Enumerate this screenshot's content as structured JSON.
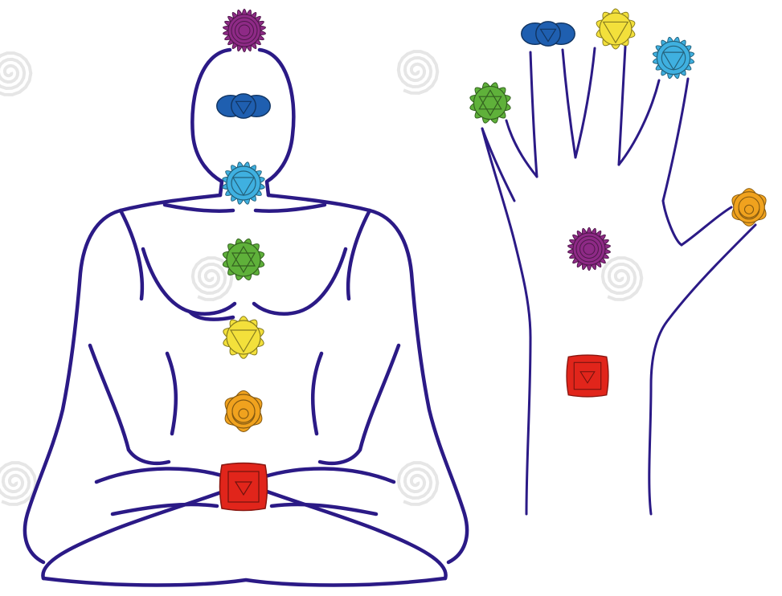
{
  "colors": {
    "outline": "#2b1a86",
    "watermark": "#e6e6e6",
    "crown": "#8e2a86",
    "third_eye": "#1f5fb0",
    "throat": "#3fb0e0",
    "heart": "#5fb13a",
    "solar_plexus": "#f3e03b",
    "sacral": "#f0a21e",
    "root": "#e1251b"
  },
  "figures": {
    "meditating_body": {
      "chakras": [
        {
          "chakra": "crown",
          "icon": "crown-chakra-icon"
        },
        {
          "chakra": "third_eye",
          "icon": "third-eye-chakra-icon"
        },
        {
          "chakra": "throat",
          "icon": "throat-chakra-icon"
        },
        {
          "chakra": "heart",
          "icon": "heart-chakra-icon"
        },
        {
          "chakra": "solar_plexus",
          "icon": "solar-plexus-chakra-icon"
        },
        {
          "chakra": "sacral",
          "icon": "sacral-chakra-icon"
        },
        {
          "chakra": "root",
          "icon": "root-chakra-icon"
        }
      ]
    },
    "hand": {
      "chakras": [
        {
          "chakra": "heart",
          "icon": "heart-chakra-icon",
          "finger": "little"
        },
        {
          "chakra": "third_eye",
          "icon": "third-eye-chakra-icon",
          "finger": "ring"
        },
        {
          "chakra": "solar_plexus",
          "icon": "solar-plexus-chakra-icon",
          "finger": "middle"
        },
        {
          "chakra": "throat",
          "icon": "throat-chakra-icon",
          "finger": "index"
        },
        {
          "chakra": "sacral",
          "icon": "sacral-chakra-icon",
          "finger": "thumb"
        },
        {
          "chakra": "crown",
          "icon": "crown-chakra-icon",
          "location": "palm"
        },
        {
          "chakra": "root",
          "icon": "root-chakra-icon",
          "location": "wrist"
        }
      ]
    }
  }
}
